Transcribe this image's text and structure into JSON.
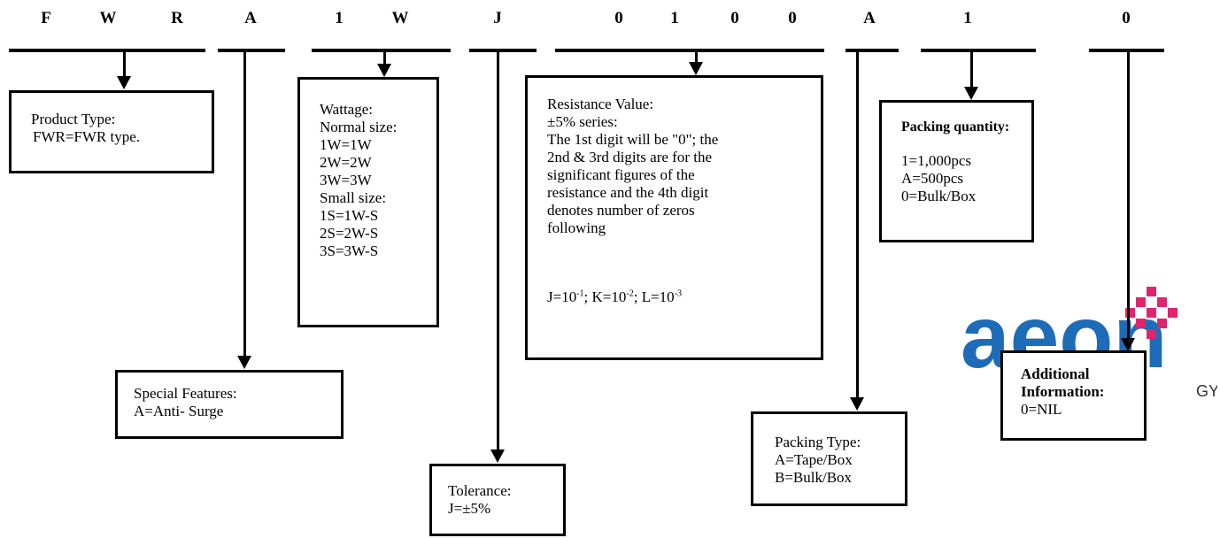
{
  "codes": [
    "F",
    "W",
    "R",
    "A",
    "1",
    "W",
    "J",
    "0",
    "1",
    "0",
    "0",
    "A",
    "1",
    "0"
  ],
  "boxes": {
    "product_type": {
      "title": "Product Type:",
      "lines": [
        "FWR=FWR type."
      ]
    },
    "special_features": {
      "title": "Special Features:",
      "lines": [
        "A=Anti- Surge"
      ]
    },
    "wattage": {
      "title": "Wattage:",
      "lines": [
        "Normal size:",
        "1W=1W",
        "2W=2W",
        "3W=3W",
        "Small size:",
        "1S=1W-S",
        "2S=2W-S",
        "3S=3W-S"
      ]
    },
    "tolerance": {
      "title": "Tolerance:",
      "lines": [
        "J=±5%"
      ]
    },
    "resistance": {
      "title": "Resistance Value:",
      "lines": [
        "±5% series:",
        "The 1st digit will be \"0\"; the",
        "2nd & 3rd digits are for the",
        "significant figures of the",
        "resistance and the 4th digit",
        "denotes number of zeros",
        "following"
      ],
      "formula": {
        "j_prefix": "J=10",
        "j_exp": "-1",
        "k_prefix": "; K=10",
        "k_exp": "-2",
        "l_prefix": "; L=10",
        "l_exp": "-3"
      }
    },
    "packing_type": {
      "title": "Packing Type:",
      "lines": [
        "A=Tape/Box",
        "B=Bulk/Box"
      ]
    },
    "packing_quantity": {
      "title": "Packing quantity:",
      "lines": [
        "1=1,000pcs",
        "A=500pcs",
        "0=Bulk/Box"
      ]
    },
    "additional_info": {
      "title_line1": "Additional",
      "title_line2": "Information:",
      "lines": [
        "0=NIL"
      ]
    }
  },
  "logo": {
    "text": "aeon",
    "partial_text": "GY",
    "brand_blue": "#1e6bb8",
    "brand_pink": "#e0246e"
  }
}
